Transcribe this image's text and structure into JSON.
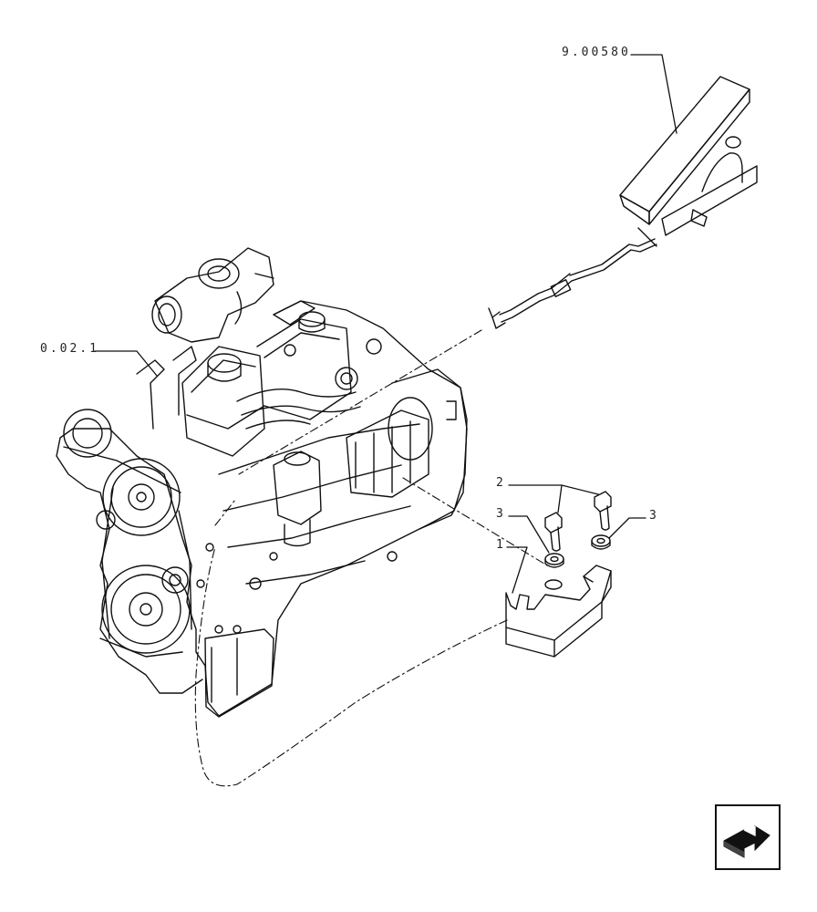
{
  "callouts": {
    "pedal_ref": "9.00580",
    "engine_ref": "0.02.1",
    "item_1": "1",
    "item_2": "2",
    "item_3_left": "3",
    "item_3_right": "3"
  },
  "nav": {
    "icon": "next-page-arrow-icon"
  },
  "colors": {
    "line": "#111111",
    "background": "#ffffff"
  }
}
